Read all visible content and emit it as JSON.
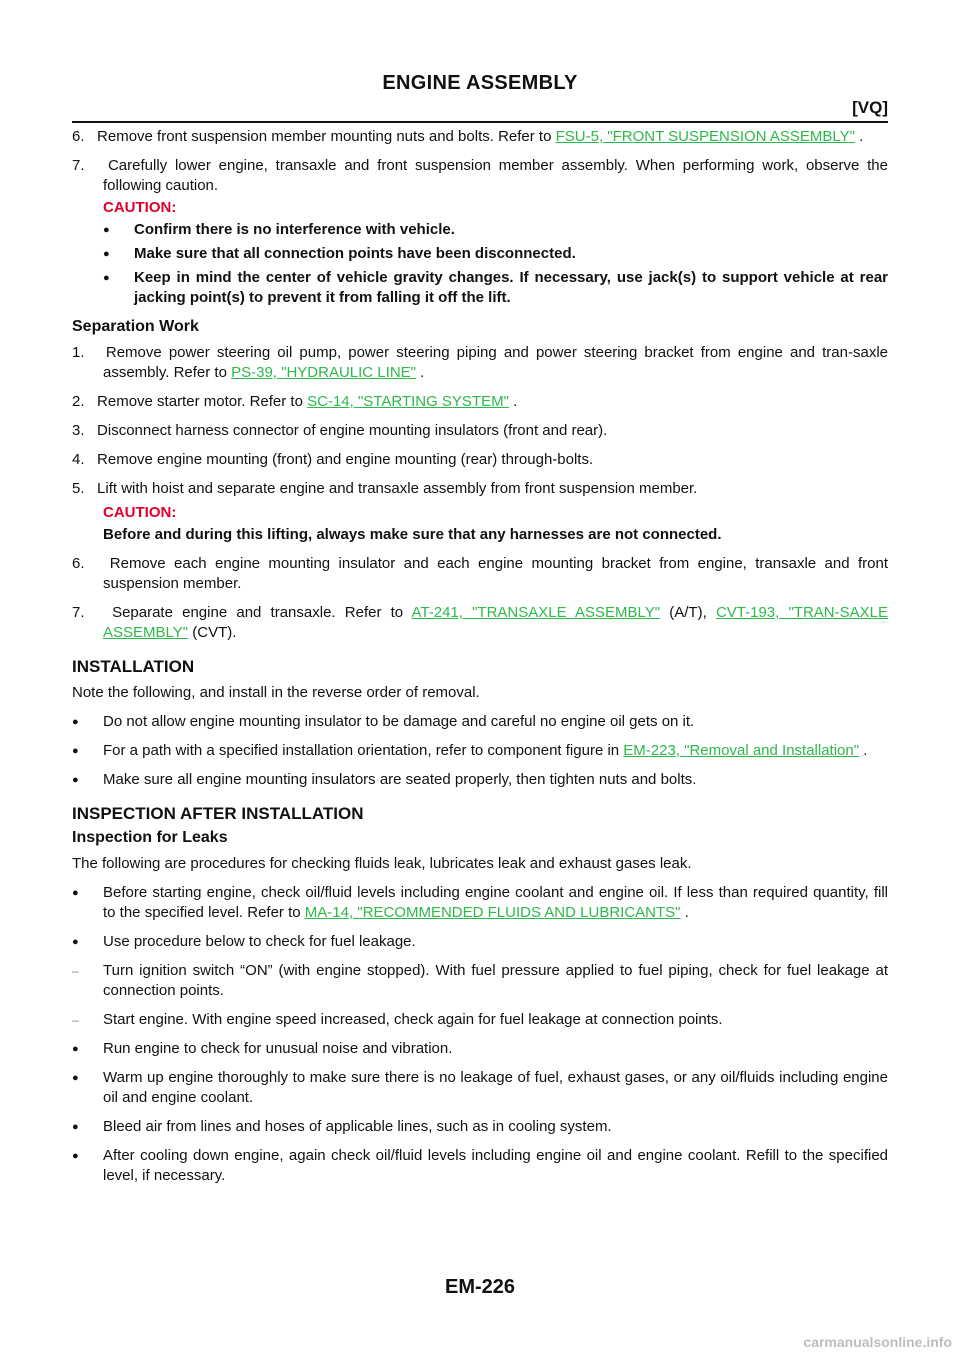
{
  "header": {
    "title": "ENGINE ASSEMBLY",
    "model": "[VQ]"
  },
  "steps_a": {
    "s6": {
      "num": "6.",
      "text": "Remove front suspension member mounting nuts and bolts. Refer to",
      "link": "FSU-5, \"FRONT SUSPENSION ASSEMBLY\"",
      "after": " ."
    },
    "s7": {
      "num": "7.",
      "text": "Carefully lower engine, transaxle and front suspension member assembly. When performing work, observe the following caution."
    },
    "caution_label": "CAUTION:",
    "cautions": [
      "Confirm there is no interference with vehicle.",
      "Make sure that all connection points have been disconnected.",
      "Keep in mind the center of vehicle gravity changes. If necessary, use jack(s) to support vehicle at rear jacking point(s) to prevent it from falling it off the lift."
    ]
  },
  "separation": {
    "heading": "Separation Work",
    "s1": {
      "num": "1.",
      "text": "Remove power steering oil pump, power steering piping and power steering bracket from engine and tran-saxle assembly. Refer to",
      "link": "PS-39, \"HYDRAULIC LINE\"",
      "after": " ."
    },
    "s2": {
      "num": "2.",
      "text": "Remove starter motor. Refer to",
      "link": "SC-14, \"STARTING SYSTEM\"",
      "after": " ."
    },
    "s3": {
      "num": "3.",
      "text": "Disconnect harness connector of engine mounting insulators (front and rear)."
    },
    "s4": {
      "num": "4.",
      "text": "Remove engine mounting (front) and engine mounting (rear) through-bolts."
    },
    "s5": {
      "num": "5.",
      "text": "Lift with hoist and separate engine and transaxle assembly from front suspension member."
    },
    "caution_label": "CAUTION:",
    "caution_text": "Before and during this lifting, always make sure that any harnesses are not connected.",
    "s6": {
      "num": "6.",
      "text": "Remove each engine mounting insulator and each engine mounting bracket from engine, transaxle and front suspension member."
    },
    "s7": {
      "num": "7.",
      "text": "Separate engine and transaxle. Refer to",
      "link1": "AT-241, \"TRANSAXLE ASSEMBLY\"",
      "mid": "  (A/T),",
      "link2": "CVT-193, \"TRAN-SAXLE ASSEMBLY\"",
      "after": "  (CVT)."
    }
  },
  "installation": {
    "heading": "INSTALLATION",
    "intro": "Note the following, and install in the reverse order of removal.",
    "b1": "Do not allow engine mounting insulator to be damage and careful no engine oil gets on it.",
    "b2": {
      "text": "For a path with a specified installation orientation, refer to component figure in",
      "link": "EM-223, \"Removal and Installation\"",
      "after": " ."
    },
    "b3": "Make sure all engine mounting insulators are seated properly, then tighten nuts and bolts."
  },
  "inspection": {
    "heading": "INSPECTION AFTER INSTALLATION",
    "subheading": "Inspection for Leaks",
    "intro": "The following are procedures for checking fluids leak, lubricates leak and exhaust gases leak.",
    "b1": {
      "text": "Before starting engine, check oil/fluid levels including engine coolant and engine oil. If less than required quantity, fill to the specified level. Refer to",
      "link": "MA-14, \"RECOMMENDED FLUIDS AND LUBRICANTS\"",
      "after": " ."
    },
    "b2": "Use procedure below to check for fuel leakage.",
    "d1": "Turn ignition switch “ON” (with engine stopped). With fuel pressure applied to fuel piping, check for fuel leakage at connection points.",
    "d2": "Start engine. With engine speed increased, check again for fuel leakage at connection points.",
    "b3": "Run engine to check for unusual noise and vibration.",
    "b4": "Warm up engine thoroughly to make sure there is no leakage of fuel, exhaust gases, or any oil/fluids including engine oil and engine coolant.",
    "b5": "Bleed air from lines and hoses of applicable lines, such as in cooling system.",
    "b6": "After cooling down engine, again check oil/fluid levels including engine oil and engine coolant. Refill to the specified level, if necessary."
  },
  "page_number": "EM-226",
  "footer": "carmanualsonline.info",
  "colors": {
    "link": "#2db84b",
    "caution": "#e0002b"
  }
}
